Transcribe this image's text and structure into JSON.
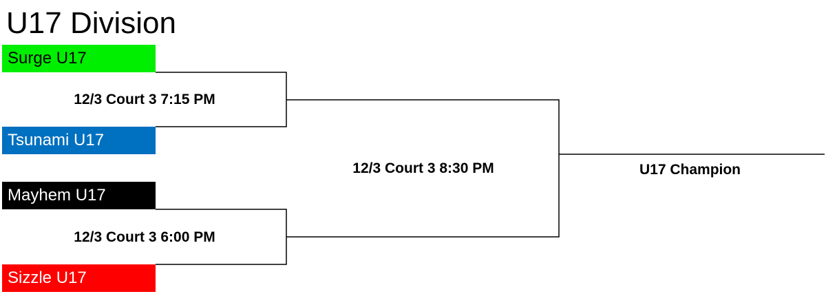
{
  "title": "U17 Division",
  "teams": [
    {
      "name": "Surge U17",
      "bg": "#00ee00",
      "fg": "#000000"
    },
    {
      "name": "Tsunami U17",
      "bg": "#0070c0",
      "fg": "#ffffff"
    },
    {
      "name": "Mayhem U17",
      "bg": "#000000",
      "fg": "#ffffff"
    },
    {
      "name": "Sizzle U17",
      "bg": "#ff0000",
      "fg": "#ffffff"
    }
  ],
  "games": [
    {
      "label": "12/3 Court 3 7:15 PM"
    },
    {
      "label": "12/3 Court 3 6:00 PM"
    },
    {
      "label": "12/3 Court 3 8:30 PM"
    }
  ],
  "champion": {
    "label": "U17 Champion"
  },
  "colors": {
    "line": "#000000"
  }
}
